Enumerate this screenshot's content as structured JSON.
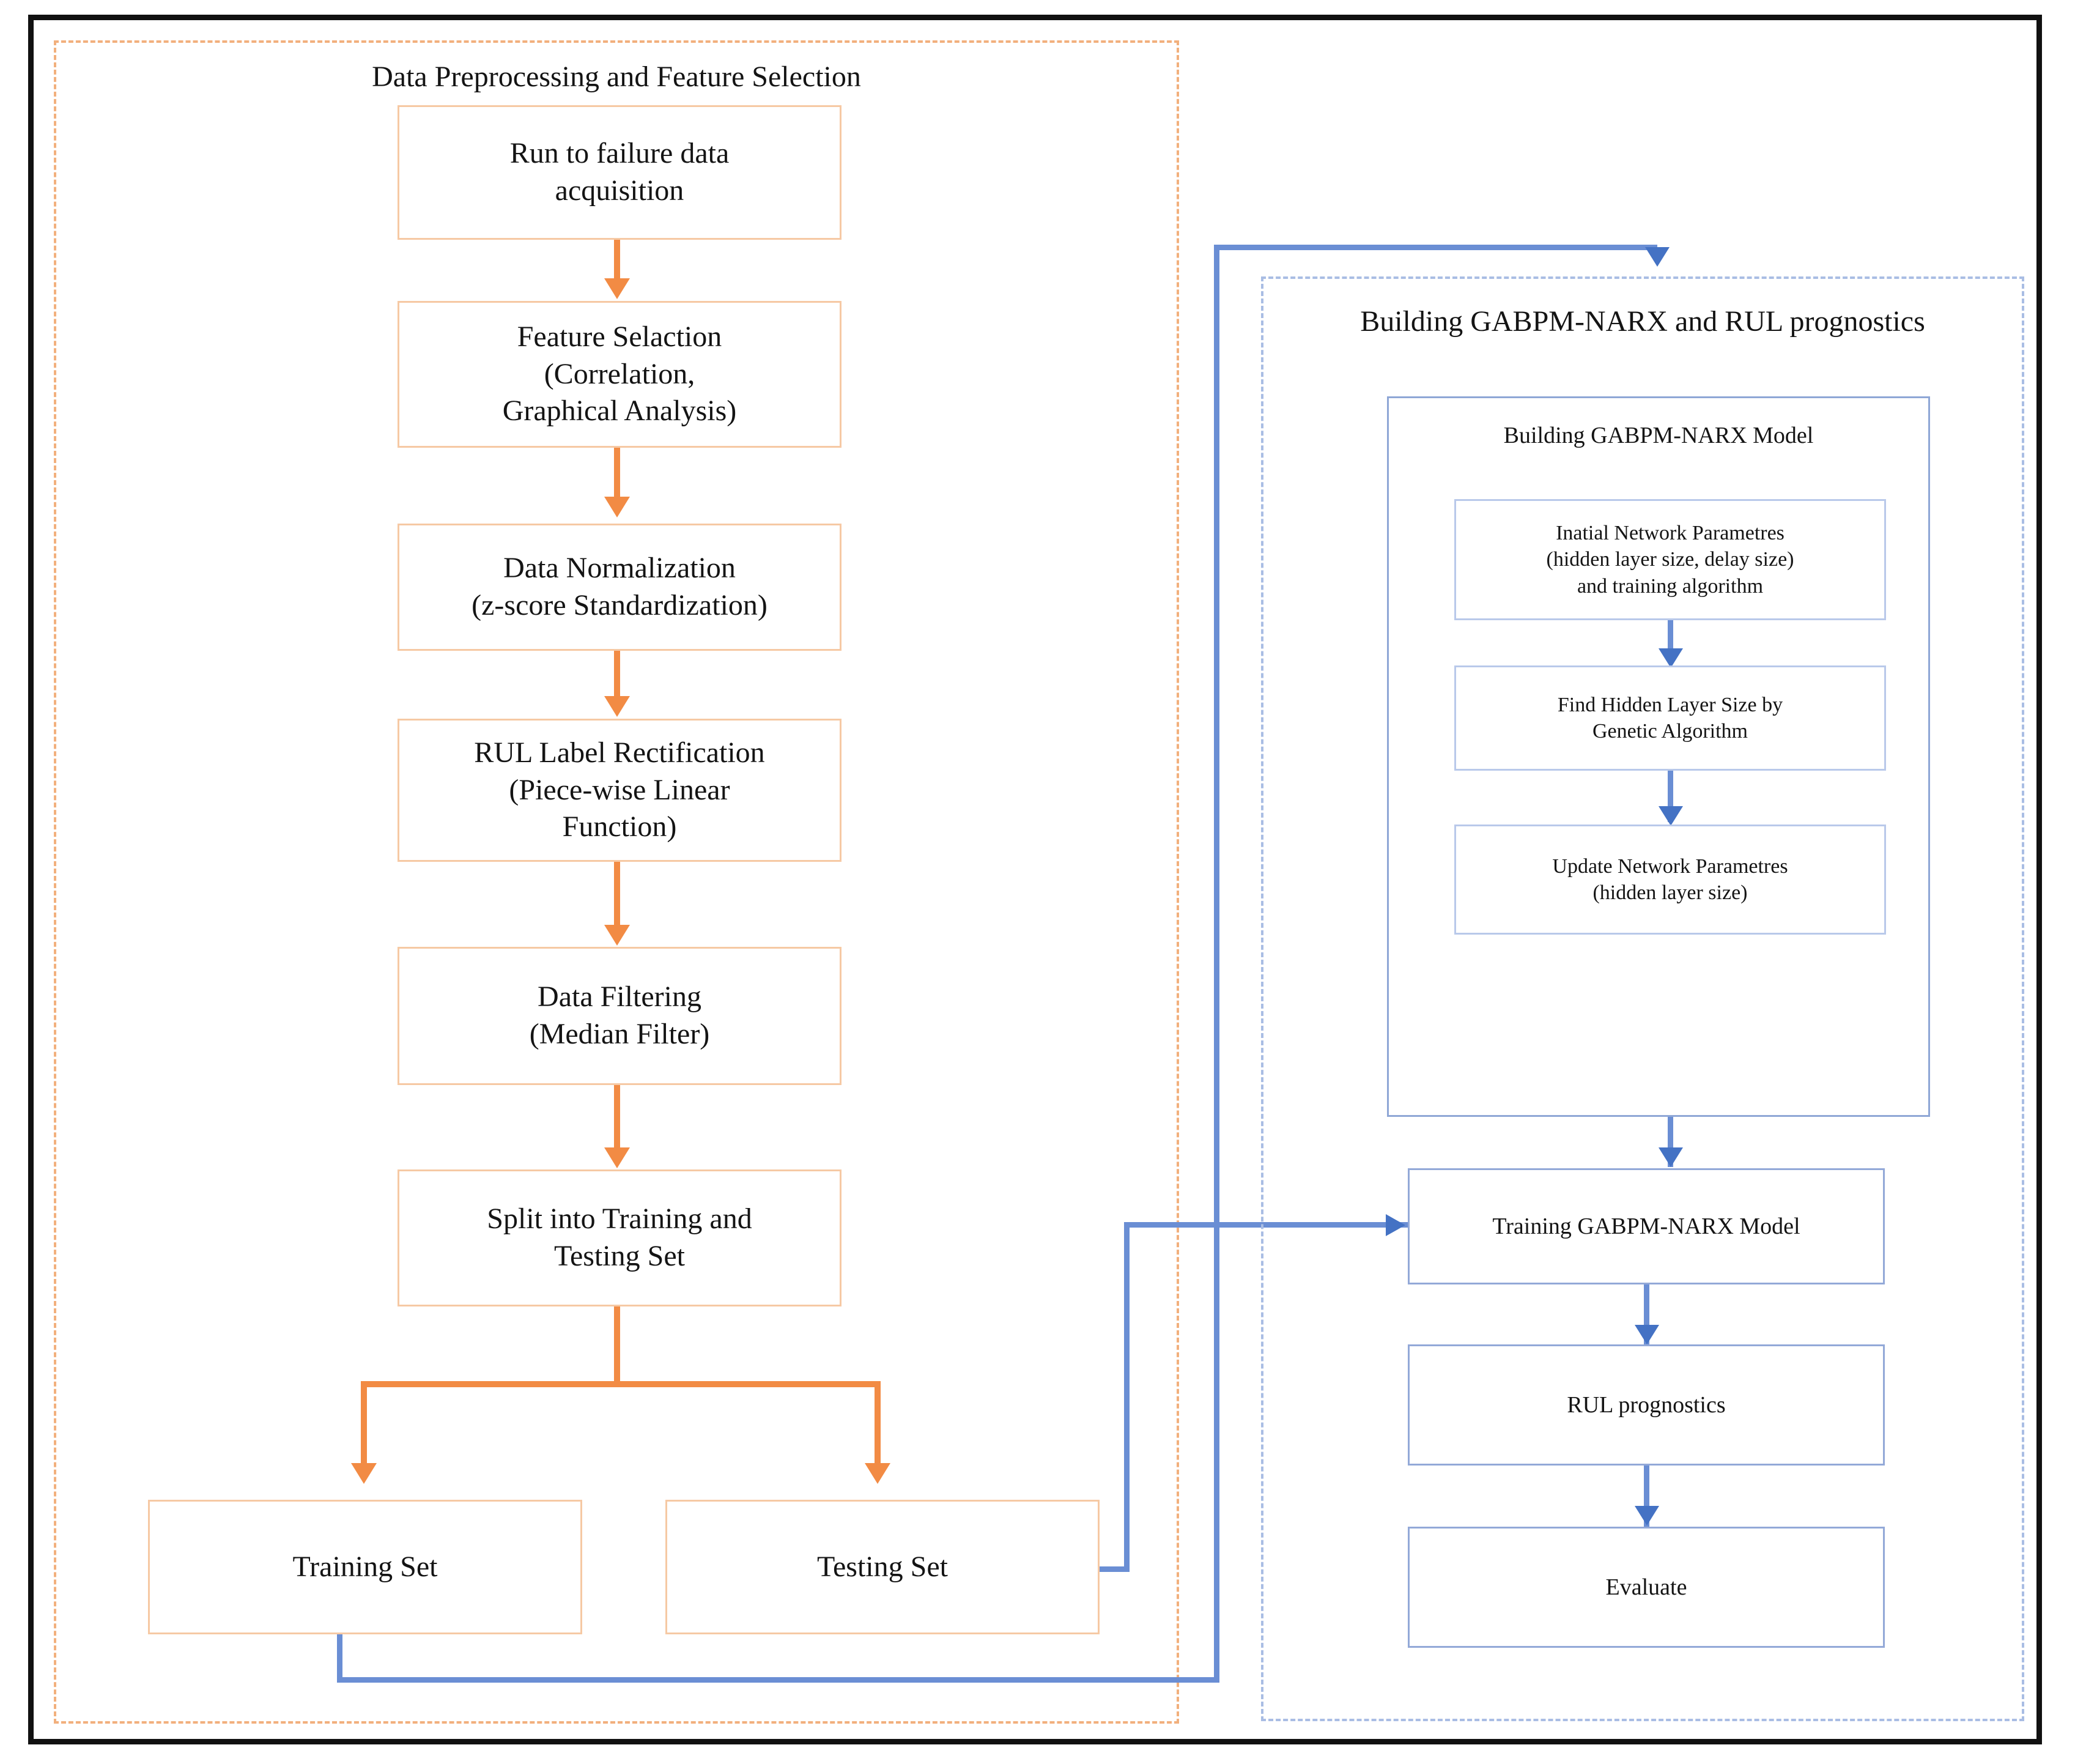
{
  "diagram": {
    "type": "flowchart",
    "title_left_panel": "Data Preprocessing and Feature Selection",
    "title_right_panel": "Building GABPM-NARX  and RUL prognostics",
    "subgroup_title": "Building GABPM-NARX Model",
    "colors": {
      "orange_stroke": "#f28b44",
      "orange_box": "#f6c9a4",
      "orange_dashed": "#f2b07d",
      "blue_stroke": "#4472c4",
      "blue_box": "#b9c9ea",
      "blue_dashed": "#a9bde4",
      "frame": "#111111",
      "text": "#141414"
    }
  },
  "left_panel": {
    "title": "Data Preprocessing and Feature Selection",
    "nodes": [
      {
        "id": "acquisition",
        "label": "Run to failure data\nacquisition"
      },
      {
        "id": "feature-selection",
        "label": "Feature Selaction\n(Correlation,\nGraphical Analysis)"
      },
      {
        "id": "normalization",
        "label": "Data Normalization\n(z-score Standardization)"
      },
      {
        "id": "rul-label",
        "label": "RUL Label Rectification\n(Piece-wise Linear\nFunction)"
      },
      {
        "id": "filtering",
        "label": "Data Filtering\n(Median Filter)"
      },
      {
        "id": "split",
        "label": "Split into Training and\nTesting Set"
      },
      {
        "id": "training-set",
        "label": "Training Set"
      },
      {
        "id": "testing-set",
        "label": "Testing Set"
      }
    ]
  },
  "right_panel": {
    "title": "Building GABPM-NARX  and RUL prognostics",
    "subgroup": {
      "title": "Building GABPM-NARX Model",
      "nodes": [
        {
          "id": "init-params",
          "label": "Inatial Network Parametres\n(hidden layer size, delay size)\nand training algorithm"
        },
        {
          "id": "find-hidden-size",
          "label": "Find Hidden Layer Size by\nGenetic Algorithm"
        },
        {
          "id": "update-params",
          "label": "Update Network Parametres\n(hidden layer size)"
        }
      ]
    },
    "nodes": [
      {
        "id": "train-model",
        "label": "Training GABPM-NARX Model"
      },
      {
        "id": "rul-prognostics",
        "label": "RUL prognostics"
      },
      {
        "id": "evaluate",
        "label": "Evaluate"
      }
    ]
  }
}
